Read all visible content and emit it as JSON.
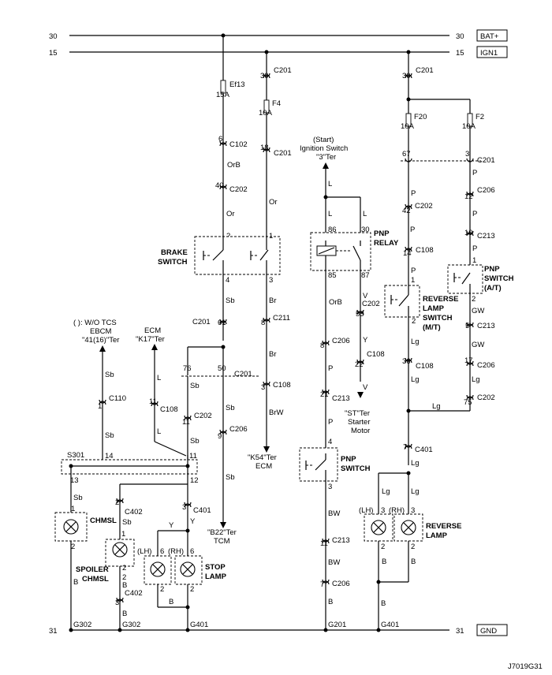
{
  "rails": {
    "bat_num_left": "30",
    "bat_num_right": "30",
    "bat_label": "BAT+",
    "ign_num_left": "15",
    "ign_num_right": "15",
    "ign_label": "IGN1",
    "gnd_num_left": "31",
    "gnd_num_right": "31",
    "gnd_label": "GND"
  },
  "fuses": {
    "ef13_name": "Ef13",
    "ef13_rating": "15A",
    "f4_name": "F4",
    "f4_rating": "10A",
    "f20_name": "F20",
    "f20_rating": "10A",
    "f2_name": "F2",
    "f2_rating": "10A"
  },
  "connectors": {
    "c201": "C201",
    "c102": "C102",
    "c202": "C202",
    "c211": "C211",
    "c108": "C108",
    "c110": "C110",
    "c206": "C206",
    "c213": "C213",
    "c401": "C401",
    "c402": "C402"
  },
  "pins": {
    "p30": "30",
    "p6": "6",
    "p40": "40",
    "p2": "2",
    "p4": "4",
    "p61": "61",
    "p76": "76",
    "p50": "50",
    "p11": "11",
    "p9": "9",
    "p18": "18",
    "p1": "1",
    "p3": "3",
    "p8": "8",
    "p67": "67",
    "p42": "42",
    "p14": "14",
    "p36": "36",
    "p7": "7",
    "p12": "12",
    "p10": "10",
    "p5": "5",
    "p17": "17",
    "p75": "75",
    "p53": "53",
    "p22": "22",
    "p21": "21",
    "p13": "13",
    "p14b": "14",
    "p86": "86",
    "p85": "85",
    "p87": "87"
  },
  "wires": {
    "orb": "OrB",
    "or": "Or",
    "sb": "Sb",
    "br": "Br",
    "brw": "BrW",
    "l": "L",
    "v": "V",
    "y": "Y",
    "p": "P",
    "lg": "Lg",
    "gw": "GW",
    "bw": "BW",
    "b": "B"
  },
  "components": {
    "brake_switch_1": "BRAKE",
    "brake_switch_2": "SWITCH",
    "pnp_relay_1": "PNP",
    "pnp_relay_2": "RELAY",
    "pnp_switch_1": "PNP",
    "pnp_switch_2": "SWITCH",
    "pnp_switch_at_1": "PNP",
    "pnp_switch_at_2": "SWITCH",
    "pnp_switch_at_3": "(A/T)",
    "rev_switch_1": "REVERSE",
    "rev_switch_2": "LAMP",
    "rev_switch_3": "SWITCH",
    "rev_switch_4": "(M/T)",
    "chmsl": "CHMSL",
    "spoiler_1": "SPOILER",
    "spoiler_2": "CHMSL",
    "stop_1": "STOP",
    "stop_2": "LAMP",
    "reverse_lamp_1": "REVERSE",
    "reverse_lamp_2": "LAMP",
    "lh": "(LH)",
    "rh": "(RH)"
  },
  "notes": {
    "ign_sw_1": "(Start)",
    "ign_sw_2": "Ignition Switch",
    "ign_sw_3": "\"3\"Ter",
    "wo_tcs_1": "( ): W/O TCS",
    "wo_tcs_2": "EBCM",
    "wo_tcs_3": "\"41(16)\"Ter",
    "ecm_k17_1": "ECM",
    "ecm_k17_2": "\"K17\"Ter",
    "ecm_k54_1": "\"K54\"Ter",
    "ecm_k54_2": "ECM",
    "tcm_1": "\"B22\"Ter",
    "tcm_2": "TCM",
    "starter_1": "\"ST\"Ter",
    "starter_2": "Starter",
    "starter_3": "Motor",
    "s301": "S301",
    "g302a": "G302",
    "g302b": "G302",
    "g401a": "G401",
    "g201": "G201",
    "g401b": "G401",
    "code": "J7019G31"
  }
}
